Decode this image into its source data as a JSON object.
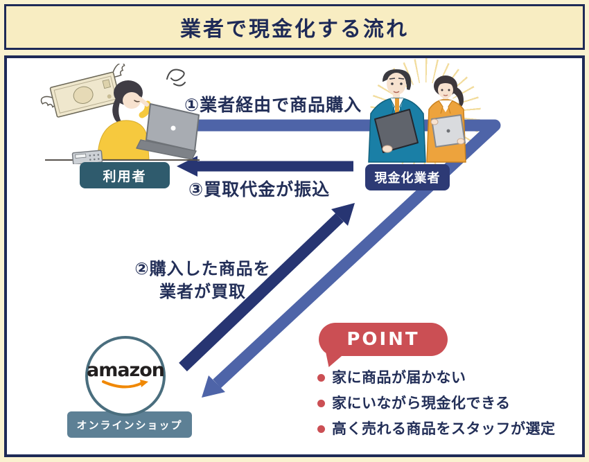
{
  "title": "業者で現金化する流れ",
  "actors": {
    "user": {
      "label": "利用者"
    },
    "vendor": {
      "label": "現金化業者"
    },
    "shop": {
      "label": "オンラインショップ",
      "logo_text": "amazon"
    }
  },
  "steps": {
    "step1": {
      "label": "①業者経由で商品購入"
    },
    "step2": {
      "line1": "②購入した商品を",
      "line2": "業者が買取"
    },
    "step3": {
      "label": "③買取代金が振込"
    }
  },
  "point": {
    "badge_label": "POINT",
    "items": [
      "家に商品が届かない",
      "家にいながら現金化できる",
      "高く売れる商品をスタッフが選定"
    ]
  },
  "colors": {
    "background_cream": "#faf2d0",
    "frame_navy": "#1e2a57",
    "text_navy": "#232f58",
    "arrow_blue": "#4e64a8",
    "arrow_navy": "#273572",
    "user_box_teal": "#2f5b6d",
    "vendor_box_navy": "#2d3a75",
    "shop_box_teal": "#5d8095",
    "point_red": "#cb4f54",
    "amazon_orange": "#f08804"
  },
  "icons": {
    "bullet_dot": "●",
    "flying_banknote": "winged-banknote",
    "frustration_squiggle": "scribble",
    "sunburst": "radial-rays"
  }
}
